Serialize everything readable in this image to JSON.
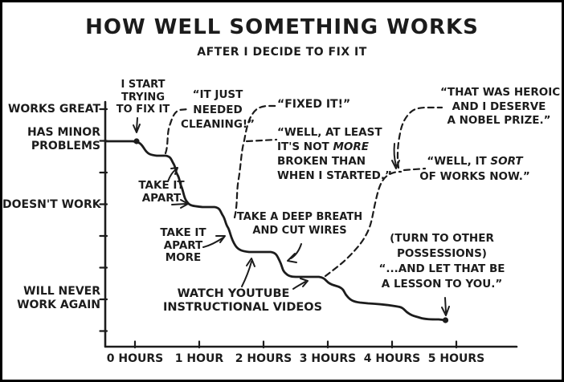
{
  "title": "HOW WELL SOMETHING WORKS",
  "subtitle": "AFTER I DECIDE TO FIX IT",
  "y_axis": {
    "labels": [
      {
        "lines": [
          "WORKS GREAT"
        ]
      },
      {
        "lines": [
          "HAS MINOR",
          "PROBLEMS"
        ]
      },
      {
        "lines": [
          "DOESN'T WORK"
        ]
      },
      {
        "lines": [
          "WILL NEVER",
          "WORK AGAIN"
        ]
      }
    ]
  },
  "x_axis": {
    "labels": [
      "0 HOURS",
      "1 HOUR",
      "2 HOURS",
      "3 HOURS",
      "4 HOURS",
      "5 HOURS"
    ]
  },
  "annotations": {
    "start": {
      "lines": [
        "I START",
        "TRYING",
        "TO FIX IT"
      ]
    },
    "take_apart": {
      "lines": [
        "TAKE IT",
        "APART"
      ]
    },
    "take_apart_more": {
      "lines": [
        "TAKE IT",
        "APART",
        "MORE"
      ]
    },
    "cleaning": {
      "lines": [
        "“IT JUST",
        "NEEDED",
        "CLEANING!”"
      ]
    },
    "fixed": {
      "line1": "“FIXED IT!”"
    },
    "not_more_broken": {
      "line1": "“WELL, AT LEAST",
      "line2_pre": "IT'S NOT ",
      "line2_italic": "MORE",
      "line3": "BROKEN THAN",
      "line4": "WHEN I STARTED.”"
    },
    "deep_breath": {
      "lines": [
        "TAKE A DEEP BREATH",
        "AND CUT WIRES"
      ]
    },
    "youtube": {
      "lines": [
        "WATCH YOUTUBE",
        "INSTRUCTIONAL VIDEOS"
      ]
    },
    "heroic": {
      "lines": [
        "“THAT WAS HEROIC",
        "AND I DESERVE",
        "A NOBEL PRIZE.”"
      ]
    },
    "sort_of_works": {
      "line1_pre": "“WELL, IT ",
      "line1_italic": "SORT",
      "line2": "OF WORKS NOW.”"
    },
    "lesson": {
      "lines": [
        "(TURN TO OTHER",
        "POSSESSIONS)",
        "“...AND LET THAT BE",
        "A LESSON TO YOU.”"
      ]
    }
  },
  "colors": {
    "ink": "#1c1c1c",
    "background": "#ffffff"
  },
  "chart_data": {
    "type": "line",
    "title": "HOW WELL SOMETHING WORKS",
    "subtitle": "AFTER I DECIDE TO FIX IT",
    "x_unit": "hours",
    "x_tick_labels": [
      "0 HOURS",
      "1 HOUR",
      "2 HOURS",
      "3 HOURS",
      "4 HOURS",
      "5 HOURS"
    ],
    "xlim": [
      -0.5,
      6.0
    ],
    "y_scale_note": "y in axis-tick units, 0 = top tick (WORKS GREAT), 7 = bottom tick; larger value = works worse",
    "y_tick_count": 8,
    "y_tick_labels": {
      "0": "WORKS GREAT",
      "1": "HAS MINOR PROBLEMS",
      "3": "DOESN'T WORK",
      "6": "WILL NEVER WORK AGAIN"
    },
    "grid": false,
    "legend": "none",
    "series": [
      {
        "name": "actual condition (solid stepped line)",
        "style": "solid",
        "x_hours": [
          -0.45,
          0.05,
          0.2,
          0.5,
          0.85,
          1.3,
          1.6,
          2.2,
          2.45,
          2.9,
          3.25,
          3.55,
          4.15,
          4.6,
          4.85
        ],
        "y_level": [
          1.0,
          1.0,
          1.4,
          1.5,
          3.0,
          3.1,
          4.4,
          4.5,
          5.3,
          5.3,
          5.7,
          6.1,
          6.25,
          6.6,
          6.65
        ],
        "markers": [
          {
            "x_hours": 0.05,
            "y_level": 1.0,
            "label": "I START TRYING TO FIX IT"
          },
          {
            "x_hours": 4.85,
            "y_level": 6.65,
            "label": "...AND LET THAT BE A LESSON TO YOU."
          }
        ]
      },
      {
        "name": "imagined outcome: IT JUST NEEDED CLEANING!",
        "style": "dashed",
        "branch_x_hours": 0.5,
        "branch_y_level": 1.4,
        "peak_y_level": 0.0
      },
      {
        "name": "imagined outcomes: FIXED IT! / WELL, AT LEAST IT'S NOT MORE BROKEN THAN WHEN I STARTED.",
        "style": "dashed",
        "branch_x_hours": 1.55,
        "branch_y_level": 3.4,
        "peak_y_level": -0.1
      },
      {
        "name": "imagined outcomes: WELL, IT SORT OF WORKS NOW. / THAT WAS HEROIC AND I DESERVE A NOBEL PRIZE.",
        "style": "dashed",
        "branch_x_hours": 3.0,
        "branch_y_level": 5.25,
        "plateau_y_level": 2.0,
        "peak_y_level": 0.0
      }
    ]
  }
}
